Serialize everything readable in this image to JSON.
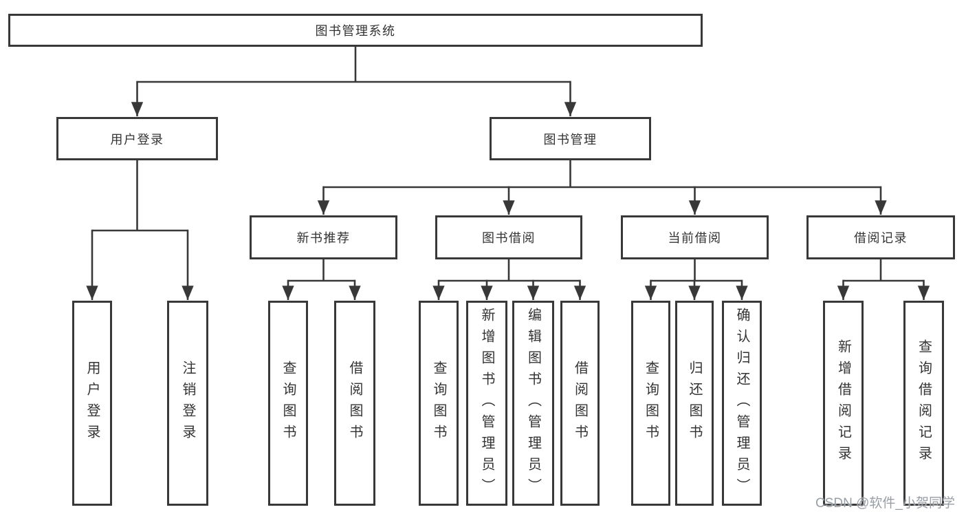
{
  "diagram": {
    "root": {
      "label": "图书管理系统"
    },
    "level2": {
      "user_login": {
        "label": "用户登录"
      },
      "book_mgmt": {
        "label": "图书管理"
      }
    },
    "level3": {
      "new_book_rec": {
        "label": "新书推荐"
      },
      "book_borrow": {
        "label": "图书借阅"
      },
      "current_borrow": {
        "label": "当前借阅"
      },
      "borrow_record": {
        "label": "借阅记录"
      }
    },
    "leaves": {
      "user_login": {
        "label": "用户登录"
      },
      "logout": {
        "label": "注销登录"
      },
      "nb_query_book": {
        "label": "查询图书"
      },
      "nb_borrow_book": {
        "label": "借阅图书"
      },
      "bb_query_book": {
        "label": "查询图书"
      },
      "bb_add_book": {
        "label": "新增图书（管理员）"
      },
      "bb_edit_book": {
        "label": "编辑图书（管理员）"
      },
      "bb_borrow_book": {
        "label": "借阅图书"
      },
      "cb_query_book": {
        "label": "查询图书"
      },
      "cb_return_book": {
        "label": "归还图书"
      },
      "cb_confirm_return": {
        "label": "确认归还（管理员）"
      },
      "br_add_record": {
        "label": "新增借阅记录"
      },
      "br_query_record": {
        "label": "查询借阅记录"
      }
    }
  },
  "watermark": {
    "text": "CSDN @软件_小贺同学"
  },
  "colors": {
    "line": "#383838",
    "box_border": "#383838",
    "box_background": "#ffffff",
    "text": "#333333",
    "watermark": "#989ea6",
    "page_background": "#ffffff"
  }
}
